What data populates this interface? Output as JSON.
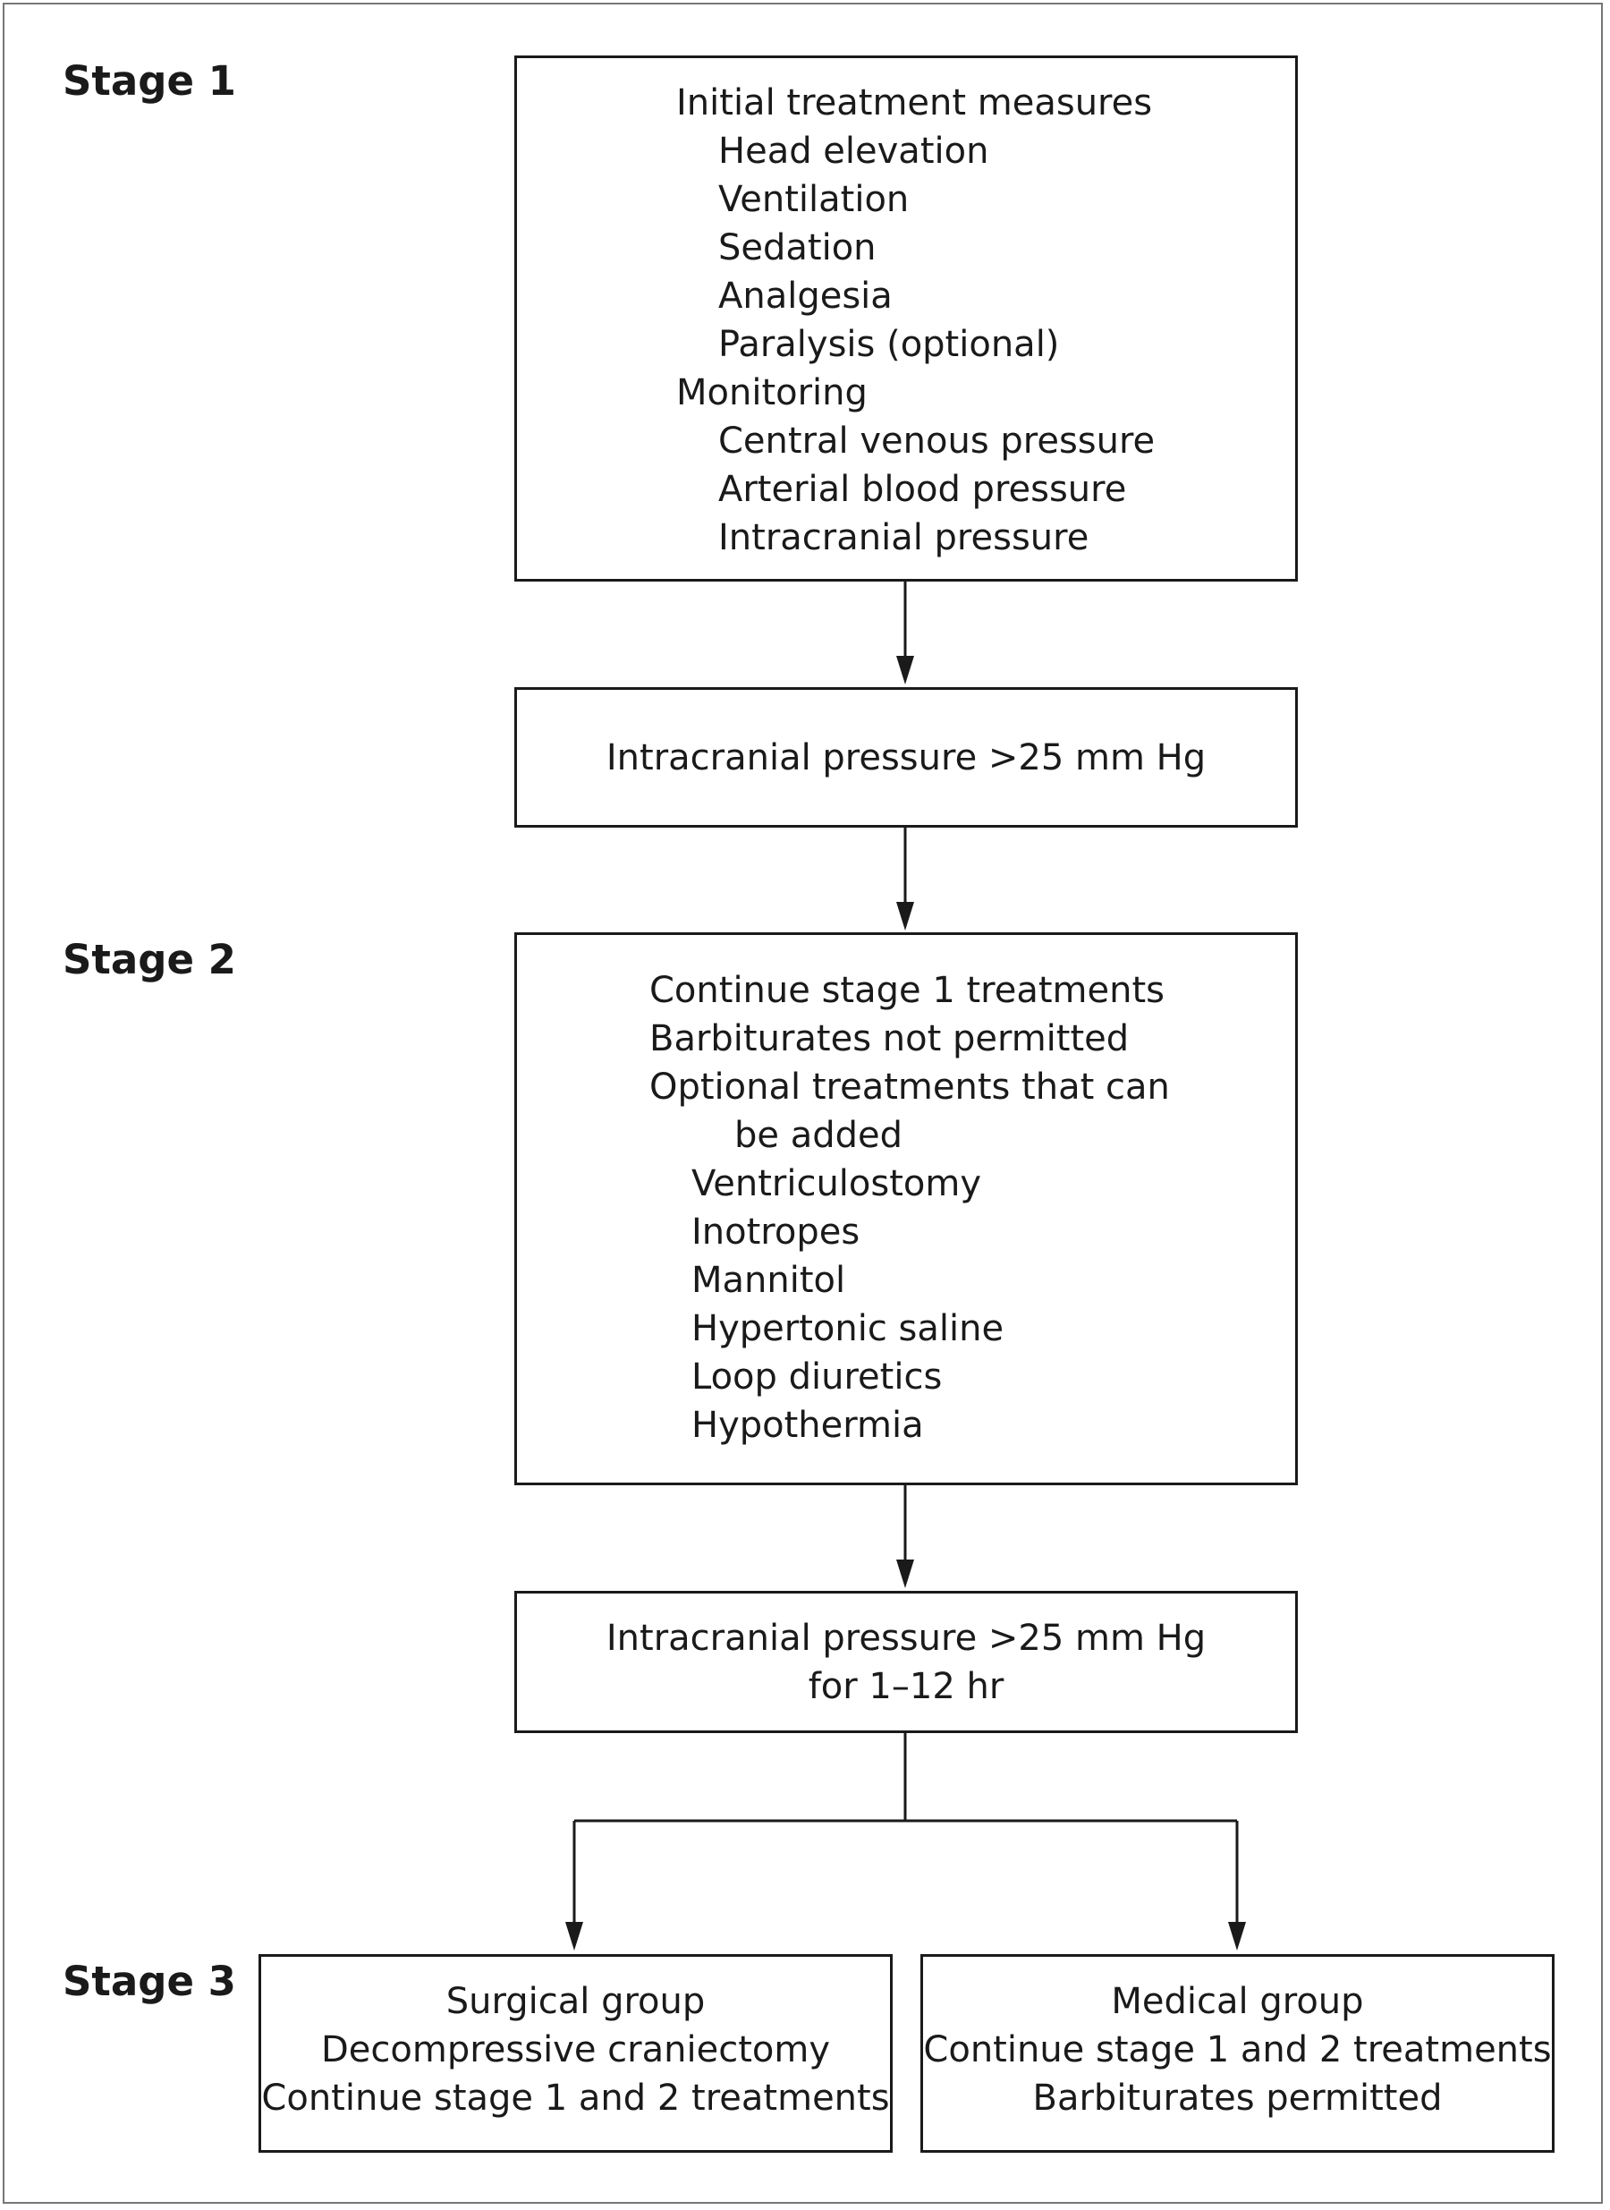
{
  "stages": {
    "stage1": "Stage 1",
    "stage2": "Stage 2",
    "stage3": "Stage 3"
  },
  "box1": {
    "lines": [
      "Initial treatment measures",
      "Head elevation",
      "Ventilation",
      "Sedation",
      "Analgesia",
      "Paralysis (optional)",
      "Monitoring",
      "Central venous pressure",
      "Arterial blood pressure",
      "Intracranial pressure"
    ]
  },
  "box2": {
    "text": "Intracranial pressure >25 mm Hg"
  },
  "box3": {
    "lines": [
      "Continue stage 1 treatments",
      "Barbiturates not permitted",
      "Optional treatments that can",
      "be added",
      "Ventriculostomy",
      "Inotropes",
      "Mannitol",
      "Hypertonic saline",
      "Loop diuretics",
      "Hypothermia"
    ]
  },
  "box4": {
    "lines": [
      "Intracranial pressure >25 mm Hg",
      "for 1–12 hr"
    ]
  },
  "surgical": {
    "lines": [
      "Surgical group",
      "Decompressive craniectomy",
      "Continue stage 1 and 2 treatments"
    ]
  },
  "medical": {
    "lines": [
      "Medical group",
      "Continue stage 1 and 2 treatments",
      "Barbiturates permitted"
    ]
  }
}
